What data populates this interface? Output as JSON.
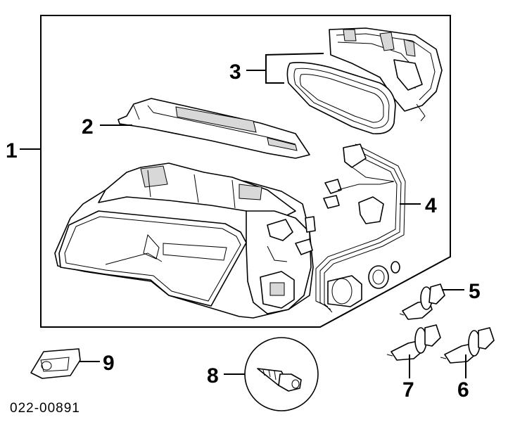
{
  "diagram": {
    "code": "022-00891",
    "callouts": [
      {
        "id": "1",
        "label": "1"
      },
      {
        "id": "2",
        "label": "2"
      },
      {
        "id": "3",
        "label": "3"
      },
      {
        "id": "4",
        "label": "4"
      },
      {
        "id": "5",
        "label": "5"
      },
      {
        "id": "6",
        "label": "6"
      },
      {
        "id": "7",
        "label": "7"
      },
      {
        "id": "8",
        "label": "8"
      },
      {
        "id": "9",
        "label": "9"
      }
    ]
  }
}
